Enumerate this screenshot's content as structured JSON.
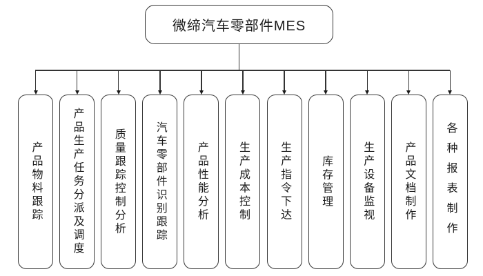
{
  "diagram": {
    "title": "微缔汽车零部件MES",
    "root": {
      "label": "微缔汽车零部件MES"
    },
    "branches": [
      {
        "label": "产品物料跟踪"
      },
      {
        "label": "产品生产任务分派及调度"
      },
      {
        "label": "质量跟踪控制分析"
      },
      {
        "label": "汽车零部件识别跟踪"
      },
      {
        "label": "产品性能分析"
      },
      {
        "label": "生产成本控制"
      },
      {
        "label": "生产指令下达"
      },
      {
        "label": "库存管理"
      },
      {
        "label": "生产设备监视"
      },
      {
        "label": "产品文档制作"
      },
      {
        "label": "各种报表制作"
      }
    ],
    "colors": {
      "line": "#333333",
      "node_border": "#383838",
      "text": "#1a1a1a",
      "background": "#ffffff"
    }
  }
}
